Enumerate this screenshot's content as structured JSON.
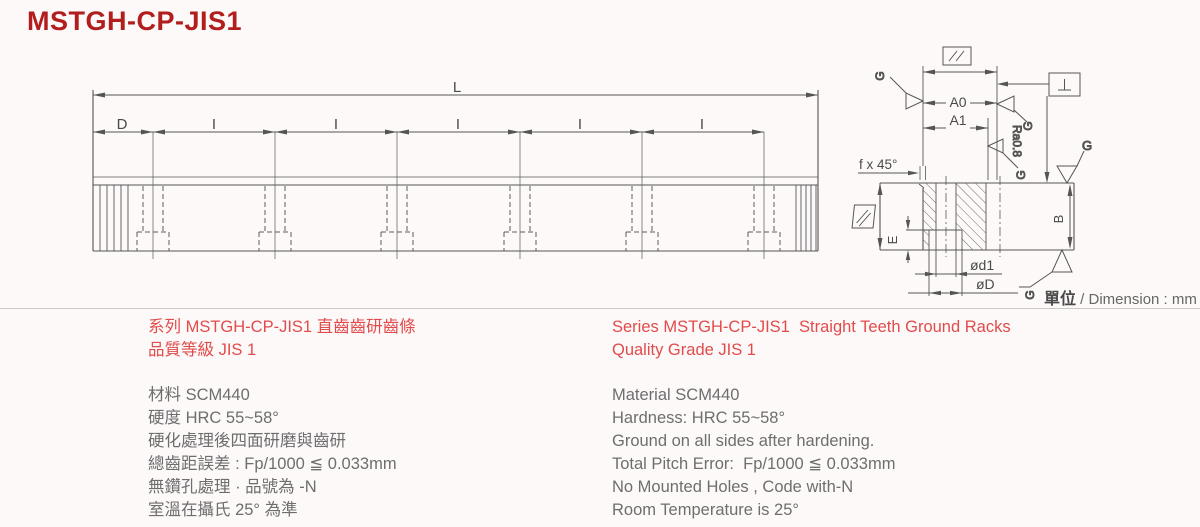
{
  "page": {
    "title": "MSTGH-CP-JIS1",
    "unit_note_cjk": "單位",
    "unit_note_rest": " / Dimension : mm"
  },
  "drawing": {
    "labels": {
      "L": "L",
      "D": "D",
      "I": "I",
      "A0": "A0",
      "A1": "A1",
      "B": "B",
      "E": "E",
      "d1": "ød1",
      "Dbig": "øD",
      "chamfer": "f x 45°",
      "ra": "Ra0.8",
      "G": "G"
    },
    "icons": {
      "parallelism": "parallelism-icon (//)",
      "perpendicularity": "perpendicularity-icon (⊥)",
      "surface_finish": "ground-surface-triangle-icon"
    }
  },
  "specs": {
    "left": {
      "heading1": "系列 MSTGH-CP-JIS1 直齒齒研齒條",
      "heading2": "品質等級 JIS 1",
      "items": [
        "材料 SCM440",
        "硬度 HRC 55~58°",
        "硬化處理後四面研磨與齒研",
        "總齒距誤差 : Fp/1000 ≦ 0.033mm",
        "無鑽孔處理 · 品號為 -N",
        "室溫在攝氏 25° 為準"
      ]
    },
    "right": {
      "heading1": "Series MSTGH-CP-JIS1  Straight Teeth Ground Racks",
      "heading2": "Quality Grade JIS 1",
      "items": [
        "Material SCM440",
        "Hardness: HRC 55~58°",
        "Ground on all sides after hardening.",
        "Total Pitch Error:  Fp/1000 ≦ 0.033mm",
        "No Mounted Holes , Code with-N",
        "Room Temperature is 25°"
      ]
    }
  }
}
